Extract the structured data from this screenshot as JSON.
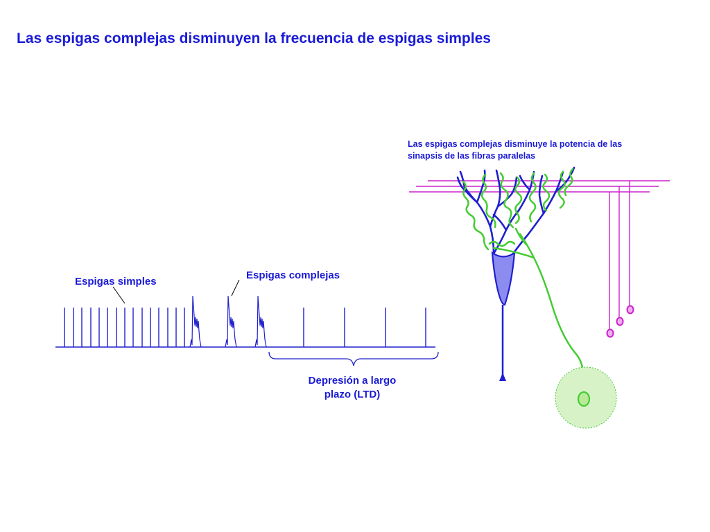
{
  "title": "Las espigas complejas disminuyen la frecuencia de espigas simples",
  "labels": {
    "simple_spikes": "Espigas simples",
    "complex_spikes": "Espigas complejas",
    "ltd_line1": "Depresión a largo",
    "ltd_line2": "plazo (LTD)",
    "pf_line1": "Las espigas complejas disminuye la potencia de las",
    "pf_line2": "sinapsis de las fibras paralelas"
  },
  "colors": {
    "text": "#1a1ad6",
    "trace": "#2020cc",
    "purkinje": "#1f1fd0",
    "purkinje_soma_fill": "#8c8cf0",
    "climbing_fiber": "#44cc33",
    "inferior_olive_fill": "#d8f2c8",
    "parallel_fibers": "#cc22cc"
  }
}
